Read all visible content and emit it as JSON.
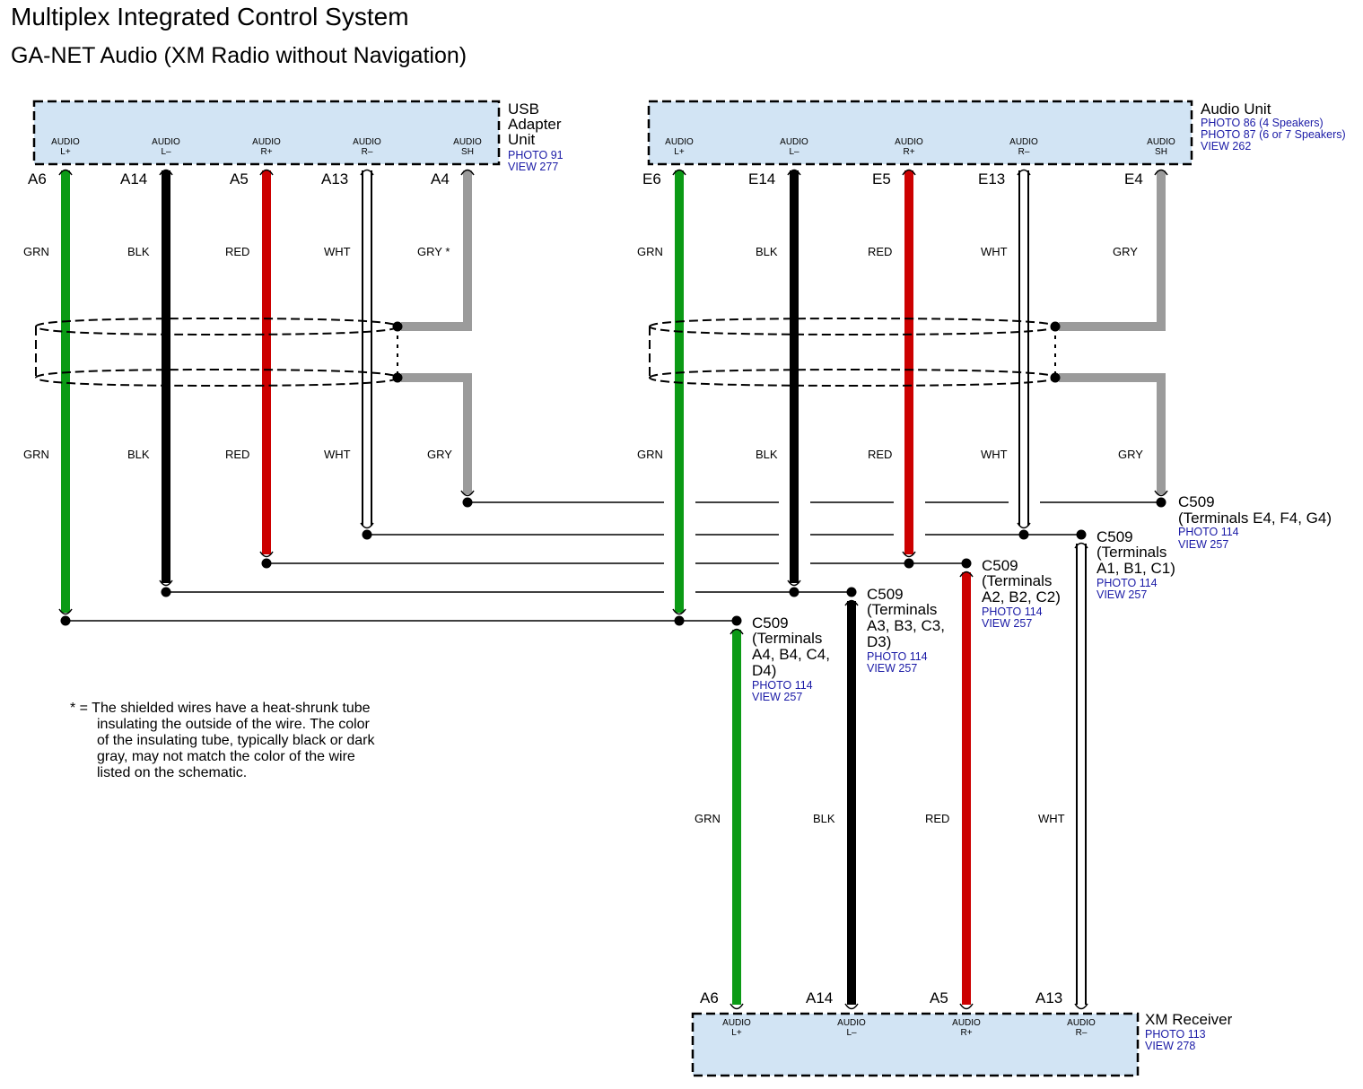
{
  "header": {
    "title": "Multiplex Integrated Control System",
    "subtitle": "GA-NET Audio (XM Radio without Navigation)"
  },
  "colors": {
    "GRN": "#0b9a15",
    "BLK": "#000000",
    "RED": "#cc0000",
    "WHT": "#ffffff",
    "GRY": "#9b9b9b",
    "box_fill": "#d2e4f4",
    "ref_blue": "#1a1aa6"
  },
  "components": {
    "usb": {
      "title_lines": [
        "USB",
        "Adapter",
        "Unit"
      ],
      "refs": [
        "PHOTO 91",
        "VIEW 277"
      ],
      "pins": [
        {
          "name": "AUDIO",
          "sig": "L+",
          "term": "A6",
          "color": "GRN"
        },
        {
          "name": "AUDIO",
          "sig": "L–",
          "term": "A14",
          "color": "BLK"
        },
        {
          "name": "AUDIO",
          "sig": "R+",
          "term": "A5",
          "color": "RED"
        },
        {
          "name": "AUDIO",
          "sig": "R–",
          "term": "A13",
          "color": "WHT"
        },
        {
          "name": "AUDIO",
          "sig": "SH",
          "term": "A4",
          "color": "GRY"
        }
      ]
    },
    "audio": {
      "title": "Audio Unit",
      "refs": [
        "PHOTO 86 (4 Speakers)",
        "PHOTO 87 (6 or 7 Speakers)",
        "VIEW 262"
      ],
      "pins": [
        {
          "name": "AUDIO",
          "sig": "L+",
          "term": "E6",
          "color": "GRN"
        },
        {
          "name": "AUDIO",
          "sig": "L–",
          "term": "E14",
          "color": "BLK"
        },
        {
          "name": "AUDIO",
          "sig": "R+",
          "term": "E5",
          "color": "RED"
        },
        {
          "name": "AUDIO",
          "sig": "R–",
          "term": "E13",
          "color": "WHT"
        },
        {
          "name": "AUDIO",
          "sig": "SH",
          "term": "E4",
          "color": "GRY"
        }
      ]
    },
    "xm": {
      "title": "XM Receiver",
      "refs": [
        "PHOTO 113",
        "VIEW 278"
      ],
      "pins": [
        {
          "name": "AUDIO",
          "sig": "L+",
          "term": "A6",
          "color": "GRN"
        },
        {
          "name": "AUDIO",
          "sig": "L–",
          "term": "A14",
          "color": "BLK"
        },
        {
          "name": "AUDIO",
          "sig": "R+",
          "term": "A5",
          "color": "RED"
        },
        {
          "name": "AUDIO",
          "sig": "R–",
          "term": "A13",
          "color": "WHT"
        }
      ]
    }
  },
  "wire_labels": {
    "usb_top": [
      "GRN",
      "BLK",
      "RED",
      "WHT",
      "GRY *"
    ],
    "usb_bottom": [
      "GRN",
      "BLK",
      "RED",
      "WHT",
      "GRY"
    ],
    "audio_top": [
      "GRN",
      "BLK",
      "RED",
      "WHT",
      "GRY"
    ],
    "audio_bottom": [
      "GRN",
      "BLK",
      "RED",
      "WHT",
      "GRY"
    ],
    "xm": [
      "GRN",
      "BLK",
      "RED",
      "WHT"
    ]
  },
  "connectors": [
    {
      "id": "efg",
      "lines": [
        "C509",
        "(Terminals E4, F4, G4)"
      ],
      "refs": [
        "PHOTO 114",
        "VIEW 257"
      ]
    },
    {
      "id": "abc1",
      "lines": [
        "C509",
        "(Terminals",
        "A1, B1, C1)"
      ],
      "refs": [
        "PHOTO 114",
        "VIEW 257"
      ]
    },
    {
      "id": "abc2",
      "lines": [
        "C509",
        "(Terminals",
        "A2, B2, C2)"
      ],
      "refs": [
        "PHOTO 114",
        "VIEW 257"
      ]
    },
    {
      "id": "abc3",
      "lines": [
        "C509",
        "(Terminals",
        "A3, B3, C3,",
        "D3)"
      ],
      "refs": [
        "PHOTO 114",
        "VIEW 257"
      ]
    },
    {
      "id": "abcd4",
      "lines": [
        "C509",
        "(Terminals",
        "A4, B4, C4,",
        "D4)"
      ],
      "refs": [
        "PHOTO 114",
        "VIEW 257"
      ]
    }
  ],
  "note": {
    "lines": [
      "* = The shielded wires have a heat-shrunk tube",
      "insulating the outside of the wire. The color",
      "of the insulating tube, typically black or dark",
      "gray, may not match the color of the wire",
      "listed on the schematic."
    ]
  }
}
